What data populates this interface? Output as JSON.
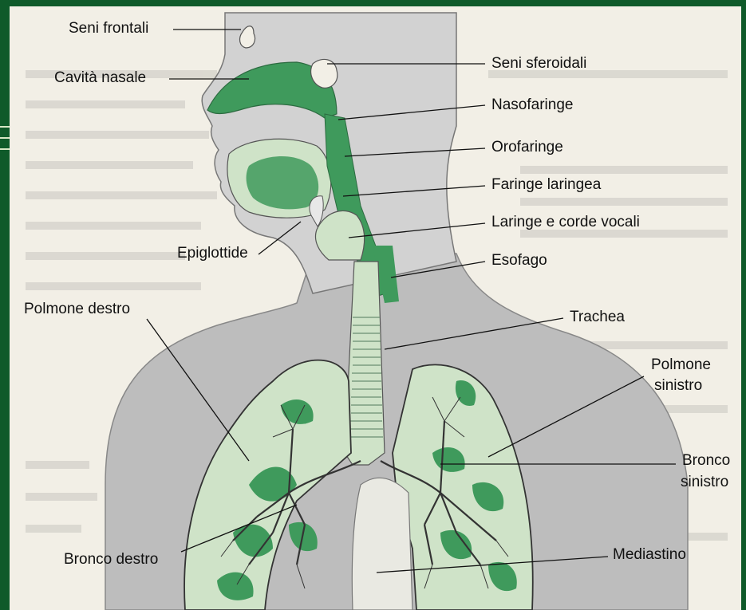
{
  "labels": {
    "seni_frontali": "Seni frontali",
    "cavita_nasale": "Cavità nasale",
    "seni_sferoidali": "Seni sferoidali",
    "nasofaringe": "Nasofaringe",
    "orofaringe": "Orofaringe",
    "faringe_laringea": "Faringe laringea",
    "laringe_corde_vocali": "Laringe e corde vocali",
    "epiglottide": "Epiglottide",
    "esofago": "Esofago",
    "polmone_destro": "Polmone destro",
    "trachea": "Trachea",
    "polmone_sinistro_1": "Polmone",
    "polmone_sinistro_2": "sinistro",
    "bronco_sinistro_1": "Bronco",
    "bronco_sinistro_2": "sinistro",
    "bronco_destro": "Bronco destro",
    "mediastino": "Mediastino"
  },
  "colors": {
    "frame": "#0f5a2a",
    "background": "#f2efe6",
    "body": "#bcbcbc",
    "green": "#3f9a5c",
    "light_green": "#cfe3c8",
    "line": "#111111"
  }
}
